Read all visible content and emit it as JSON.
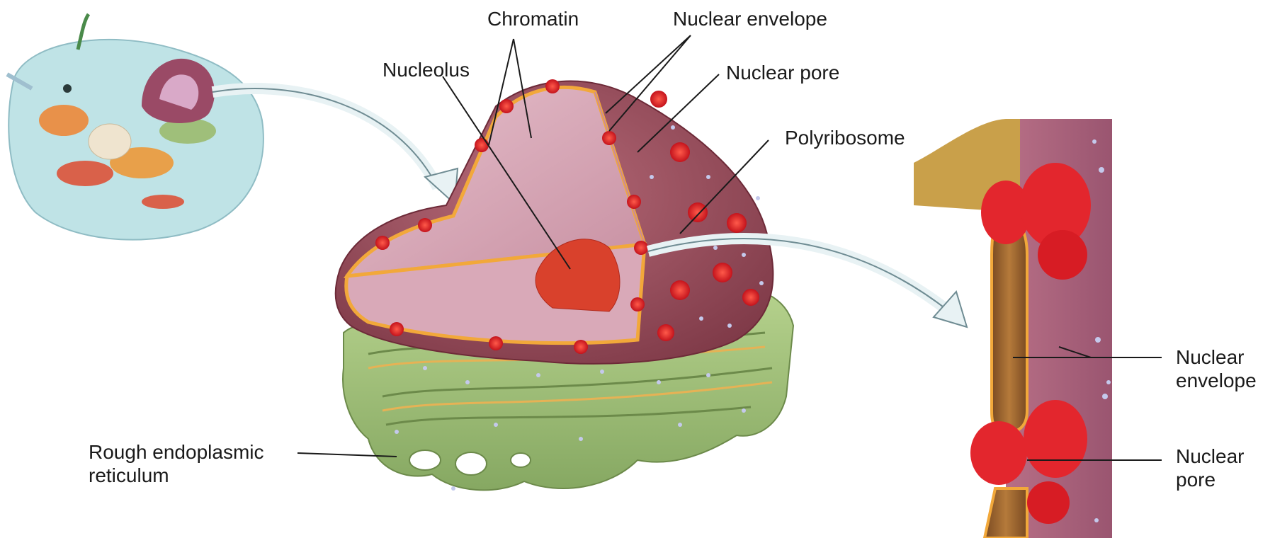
{
  "labels": {
    "chromatin": "Chromatin",
    "nuclear_envelope_top": "Nuclear envelope",
    "nucleolus": "Nucleolus",
    "nuclear_pore_top": "Nuclear pore",
    "polyribosome": "Polyribosome",
    "rough_er_line1": "Rough endoplasmic",
    "rough_er_line2": "reticulum",
    "nuclear_envelope_right_line1": "Nuclear",
    "nuclear_envelope_right_line2": "envelope",
    "nuclear_pore_right_line1": "Nuclear",
    "nuclear_pore_right_line2": "pore"
  },
  "colors": {
    "cytoplasm": "#bfe3e6",
    "nucleus_outer": "#9a5160",
    "nucleus_cut": "#d9a9b8",
    "nucleolus": "#d9412c",
    "envelope_rim": "#f2a83a",
    "pore": "#e3262d",
    "er": "#9fc17a",
    "ribosome": "#b8bfe8"
  }
}
